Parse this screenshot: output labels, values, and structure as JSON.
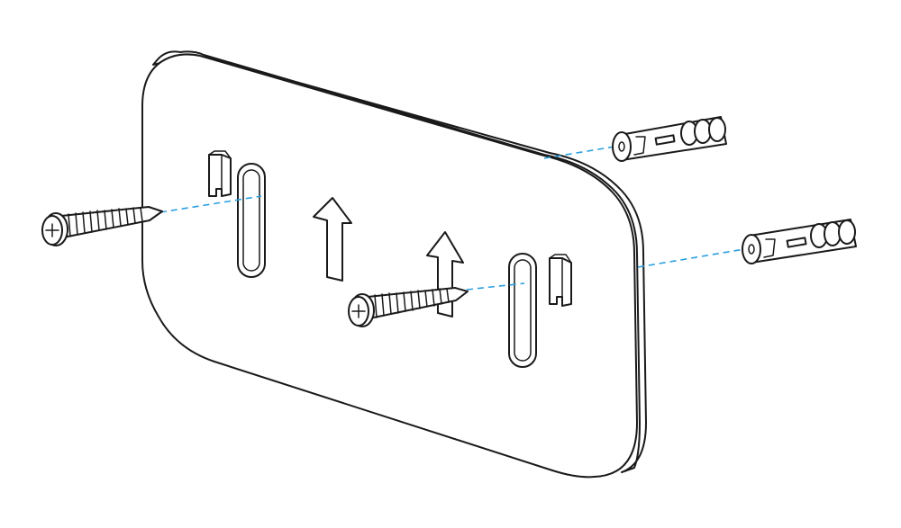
{
  "colors": {
    "line": "#1a1a1a",
    "guide": "#2a9fe0",
    "background": "#ffffff"
  },
  "parts": {
    "plate": "mounting-plate",
    "screws": [
      "screw-left",
      "screw-center"
    ],
    "anchors": [
      "anchor-upper",
      "anchor-lower"
    ],
    "clips": [
      "clip-left",
      "clip-right"
    ],
    "slots": [
      "slot-left",
      "slot-right"
    ],
    "arrows": [
      "up-arrow-left",
      "up-arrow-right"
    ]
  }
}
